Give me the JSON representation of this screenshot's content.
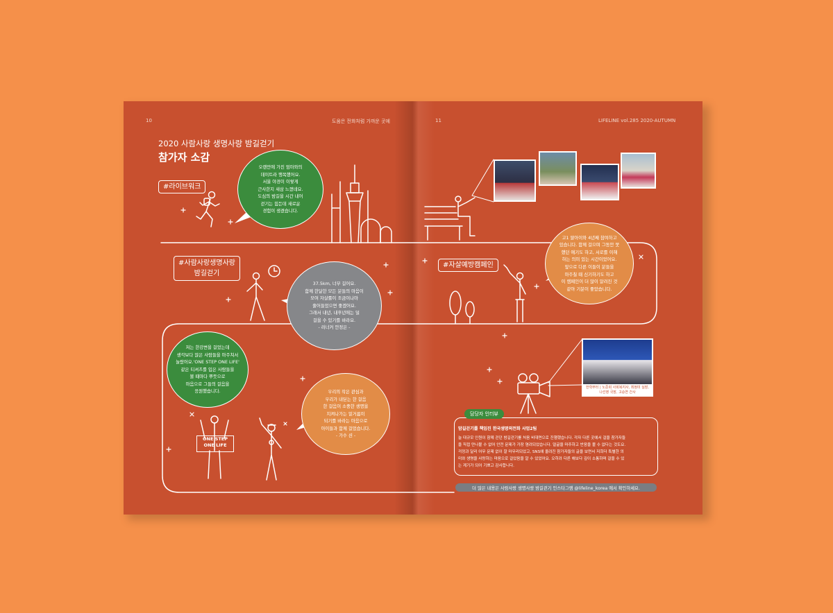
{
  "left_page": {
    "page_number": "10",
    "running_head": "도움은 전화처럼 가까운 곳에",
    "title_line1": "2020 사람사랑 생명사랑 밤길걷기",
    "title_line2": "참가자 소감"
  },
  "right_page": {
    "page_number": "11",
    "running_head": "LIFELINE vol.285 2020-AUTUMN"
  },
  "tags": {
    "lifework": "#라이브워크",
    "walk_line1": "#사람사랑생명사랑",
    "walk_line2": "밤길걷기",
    "campaign": "#자살예방캠페인"
  },
  "bubbles": {
    "b1": [
      "오랜만에 가진 엄마와의",
      "데이트라 행복했어요.",
      "서울 야경이 이렇게",
      "근사한지 새삼 느꼈네요.",
      "도심의 밤길을 시간 내어",
      "걷기는 힘든데 새로운",
      "경험이 생겼습니다."
    ],
    "b2": [
      "37.5km, 너무 길어요.",
      "함께 한달한 모든 분들의 마음이",
      "모여 자살률이 조금이나마",
      "줄어들었으면 좋겠어요.",
      "그래서 내년, 내후년에는 덜",
      "걸을 수 있기를 바라요.",
      "- 러너커 안정은 -"
    ],
    "b3": [
      "고1 딸아이와 4년째 참여하고",
      "있습니다. 함께 걸으며 그동안 못",
      "했던 얘기도 하고, 서로를 이해",
      "하는 의미 있는 시간이었어요.",
      "앞으로 다른 이들이 분들을",
      "마주칠 때 신기하기도 하고",
      "이 캠페인이 더 많이 알려진 것",
      "같아 기분이 좋았습니다."
    ],
    "b4": [
      "저는 한강변을 걸었는데",
      "생각보다 많은 사람들을 마주쳐서",
      "놀랐어요.'ONE STEP ONE LIFE'",
      "같은 티셔츠를 입은 사람들을",
      "볼 때마다 뿌듯으로",
      "마음으로 그들의 걸음을",
      "응원했습니다."
    ],
    "b5": [
      "우리의 작은 관심과",
      "우리가 내딛는 한 걸음",
      "한 걸음이 소중한 생명을",
      "지켜나가는 밑거름이",
      "되기를 바라는 마음으로",
      "아이들과 함께 걸었습니다.",
      "- 가수 션 -"
    ]
  },
  "sign": {
    "line1": "ONE STEP",
    "line2": "ONE LIFE"
  },
  "photo_caption": [
    "한학부터 | 노준희 사회복지사, 최정미 실장,",
    "나선영 국장, 고승연 간사"
  ],
  "interview": {
    "label": "담당자 인터뷰",
    "heading": "밤길걷기를 책임진 한국생명의전화 사업2팀",
    "lines": [
      "늘 대규모 인원이 함께 걷던 밤길걷기를 처음 비대면으로 진행했습니다. 각자 다른 곳에서 걸을 참가자들",
      "을 직접 만나볼 수 없어 안전 문제가 가장 염려되었습니다. 얼굴을 마주하고 반응을 볼 수 없다는 것도요.",
      "걱정과 달리 어무 문제 없이 잘 마무리되었고, SNS에 올려진 참가자들의 글을 보면서 저희더 특별한 의",
      "미와 생명을 사랑하는 마음으로 걸었음을 알 수 있었어요. 오히려 다른 해보다 깊이 소통하며 걸을 수 있",
      "는 계기가 되어 기쁘고 감사합니다."
    ]
  },
  "footer_note": "더 많은 내용은 사람사랑 생명사랑 밤길걷기 인스타그램 @lifeline_korea 에서 확인하세요.",
  "colors": {
    "background": "#f5904a",
    "page": "#c8502f",
    "green": "#3b8c3d",
    "gray": "#86878a",
    "orange": "#e28c47"
  }
}
